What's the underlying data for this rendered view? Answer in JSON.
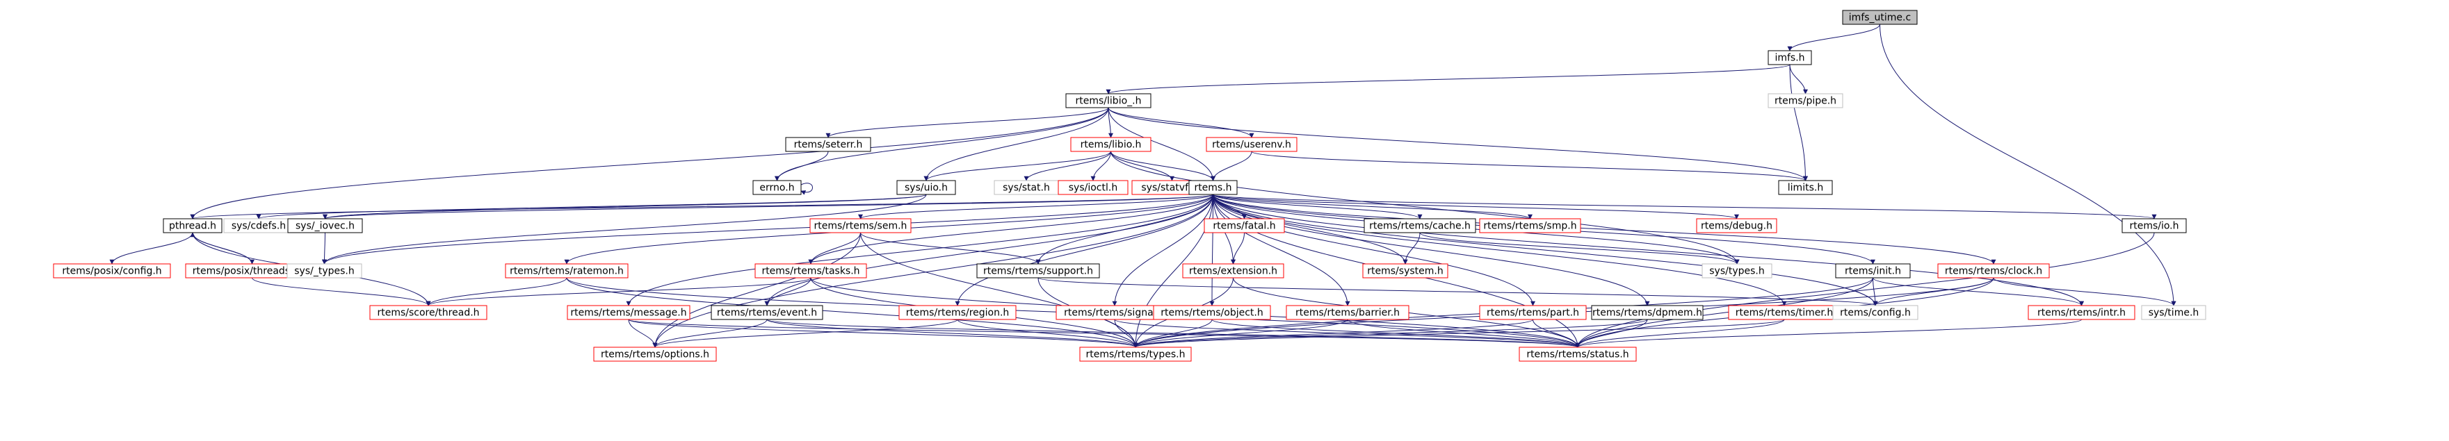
{
  "graph": {
    "nodes": [
      {
        "id": "imfs_utime",
        "label": "imfs_utime.c",
        "style": "root"
      },
      {
        "id": "imfs_h",
        "label": "imfs.h",
        "style": "black"
      },
      {
        "id": "pipe_h",
        "label": "rtems/pipe.h",
        "style": "gray"
      },
      {
        "id": "libio__h",
        "label": "rtems/libio_.h",
        "style": "black"
      },
      {
        "id": "seterr_h",
        "label": "rtems/seterr.h",
        "style": "black"
      },
      {
        "id": "errno_h",
        "label": "errno.h",
        "style": "black"
      },
      {
        "id": "libio_h",
        "label": "rtems/libio.h",
        "style": "red"
      },
      {
        "id": "userenv_h",
        "label": "rtems/userenv.h",
        "style": "red"
      },
      {
        "id": "limits_h",
        "label": "limits.h",
        "style": "black"
      },
      {
        "id": "uio_h",
        "label": "sys/uio.h",
        "style": "black"
      },
      {
        "id": "stat_h",
        "label": "sys/stat.h",
        "style": "gray"
      },
      {
        "id": "ioctl_h",
        "label": "sys/ioctl.h",
        "style": "red"
      },
      {
        "id": "statvfs_h",
        "label": "sys/statvfs.h",
        "style": "red"
      },
      {
        "id": "rtems_h",
        "label": "rtems.h",
        "style": "black"
      },
      {
        "id": "pthread_h",
        "label": "pthread.h",
        "style": "black"
      },
      {
        "id": "cdefs_h",
        "label": "sys/cdefs.h",
        "style": "gray"
      },
      {
        "id": "iovec_h",
        "label": "sys/_iovec.h",
        "style": "black"
      },
      {
        "id": "posix_config_h",
        "label": "rtems/posix/config.h",
        "style": "red"
      },
      {
        "id": "threadsup_h",
        "label": "rtems/posix/threadsup.h",
        "style": "red"
      },
      {
        "id": "types_sys_h",
        "label": "sys/_types.h",
        "style": "gray"
      },
      {
        "id": "sem_h",
        "label": "rtems/rtems/sem.h",
        "style": "red"
      },
      {
        "id": "ratemon_h",
        "label": "rtems/rtems/ratemon.h",
        "style": "red"
      },
      {
        "id": "tasks_h",
        "label": "rtems/rtems/tasks.h",
        "style": "red"
      },
      {
        "id": "support_h",
        "label": "rtems/rtems/support.h",
        "style": "black"
      },
      {
        "id": "fatal_h",
        "label": "rtems/fatal.h",
        "style": "red"
      },
      {
        "id": "extension_h",
        "label": "rtems/extension.h",
        "style": "red"
      },
      {
        "id": "cache_h",
        "label": "rtems/rtems/cache.h",
        "style": "black"
      },
      {
        "id": "smp_h",
        "label": "rtems/rtems/smp.h",
        "style": "red"
      },
      {
        "id": "system_h",
        "label": "rtems/system.h",
        "style": "red"
      },
      {
        "id": "debug_h",
        "label": "rtems/debug.h",
        "style": "red"
      },
      {
        "id": "systypes_h",
        "label": "sys/types.h",
        "style": "gray"
      },
      {
        "id": "init_h",
        "label": "rtems/init.h",
        "style": "black"
      },
      {
        "id": "clock_h",
        "label": "rtems/rtems/clock.h",
        "style": "red"
      },
      {
        "id": "io_h",
        "label": "rtems/io.h",
        "style": "black"
      },
      {
        "id": "thread_h",
        "label": "rtems/score/thread.h",
        "style": "red"
      },
      {
        "id": "message_h",
        "label": "rtems/rtems/message.h",
        "style": "red"
      },
      {
        "id": "event_h",
        "label": "rtems/rtems/event.h",
        "style": "black"
      },
      {
        "id": "region_h",
        "label": "rtems/rtems/region.h",
        "style": "red"
      },
      {
        "id": "signal_h",
        "label": "rtems/rtems/signal.h",
        "style": "red"
      },
      {
        "id": "object_h",
        "label": "rtems/rtems/object.h",
        "style": "red"
      },
      {
        "id": "barrier_h",
        "label": "rtems/rtems/barrier.h",
        "style": "red"
      },
      {
        "id": "part_h",
        "label": "rtems/rtems/part.h",
        "style": "red"
      },
      {
        "id": "dpmem_h",
        "label": "rtems/rtems/dpmem.h",
        "style": "black"
      },
      {
        "id": "timer_h",
        "label": "rtems/rtems/timer.h",
        "style": "red"
      },
      {
        "id": "config_h",
        "label": "rtems/config.h",
        "style": "gray"
      },
      {
        "id": "intr_h",
        "label": "rtems/rtems/intr.h",
        "style": "red"
      },
      {
        "id": "systime_h",
        "label": "sys/time.h",
        "style": "gray"
      },
      {
        "id": "options_h",
        "label": "rtems/rtems/options.h",
        "style": "red"
      },
      {
        "id": "rtypes_h",
        "label": "rtems/rtems/types.h",
        "style": "red"
      },
      {
        "id": "status_h",
        "label": "rtems/rtems/status.h",
        "style": "red"
      }
    ],
    "edges": [
      [
        "imfs_utime",
        "imfs_h"
      ],
      [
        "imfs_utime",
        "systime_h"
      ],
      [
        "imfs_h",
        "libio__h"
      ],
      [
        "imfs_h",
        "pipe_h"
      ],
      [
        "imfs_h",
        "limits_h"
      ],
      [
        "libio__h",
        "errno_h"
      ],
      [
        "libio__h",
        "seterr_h"
      ],
      [
        "libio__h",
        "libio_h"
      ],
      [
        "libio__h",
        "userenv_h"
      ],
      [
        "libio__h",
        "uio_h"
      ],
      [
        "libio__h",
        "rtems_h"
      ],
      [
        "libio__h",
        "limits_h"
      ],
      [
        "libio__h",
        "pthread_h"
      ],
      [
        "seterr_h",
        "errno_h"
      ],
      [
        "errno_h",
        "errno_h"
      ],
      [
        "libio_h",
        "uio_h"
      ],
      [
        "libio_h",
        "stat_h"
      ],
      [
        "libio_h",
        "ioctl_h"
      ],
      [
        "libio_h",
        "statvfs_h"
      ],
      [
        "libio_h",
        "rtems_h"
      ],
      [
        "libio_h",
        "systypes_h"
      ],
      [
        "userenv_h",
        "rtems_h"
      ],
      [
        "userenv_h",
        "limits_h"
      ],
      [
        "uio_h",
        "cdefs_h"
      ],
      [
        "uio_h",
        "iovec_h"
      ],
      [
        "uio_h",
        "types_sys_h"
      ],
      [
        "iovec_h",
        "types_sys_h"
      ],
      [
        "pthread_h",
        "posix_config_h"
      ],
      [
        "pthread_h",
        "threadsup_h"
      ],
      [
        "pthread_h",
        "thread_h"
      ],
      [
        "threadsup_h",
        "pthread_h"
      ],
      [
        "threadsup_h",
        "thread_h"
      ],
      [
        "rtems_h",
        "pthread_h"
      ],
      [
        "rtems_h",
        "iovec_h"
      ],
      [
        "rtems_h",
        "sem_h"
      ],
      [
        "rtems_h",
        "ratemon_h"
      ],
      [
        "rtems_h",
        "tasks_h"
      ],
      [
        "rtems_h",
        "support_h"
      ],
      [
        "rtems_h",
        "fatal_h"
      ],
      [
        "rtems_h",
        "extension_h"
      ],
      [
        "rtems_h",
        "cache_h"
      ],
      [
        "rtems_h",
        "smp_h"
      ],
      [
        "rtems_h",
        "system_h"
      ],
      [
        "rtems_h",
        "debug_h"
      ],
      [
        "rtems_h",
        "systypes_h"
      ],
      [
        "rtems_h",
        "init_h"
      ],
      [
        "rtems_h",
        "clock_h"
      ],
      [
        "rtems_h",
        "io_h"
      ],
      [
        "rtems_h",
        "message_h"
      ],
      [
        "rtems_h",
        "event_h"
      ],
      [
        "rtems_h",
        "region_h"
      ],
      [
        "rtems_h",
        "signal_h"
      ],
      [
        "rtems_h",
        "object_h"
      ],
      [
        "rtems_h",
        "barrier_h"
      ],
      [
        "rtems_h",
        "part_h"
      ],
      [
        "rtems_h",
        "dpmem_h"
      ],
      [
        "rtems_h",
        "timer_h"
      ],
      [
        "rtems_h",
        "config_h"
      ],
      [
        "rtems_h",
        "intr_h"
      ],
      [
        "rtems_h",
        "options_h"
      ],
      [
        "rtems_h",
        "rtypes_h"
      ],
      [
        "rtems_h",
        "status_h"
      ],
      [
        "rtems_h",
        "types_sys_h"
      ],
      [
        "sem_h",
        "tasks_h"
      ],
      [
        "sem_h",
        "support_h"
      ],
      [
        "sem_h",
        "options_h"
      ],
      [
        "sem_h",
        "rtypes_h"
      ],
      [
        "ratemon_h",
        "thread_h"
      ],
      [
        "ratemon_h",
        "status_h"
      ],
      [
        "ratemon_h",
        "rtypes_h"
      ],
      [
        "tasks_h",
        "event_h"
      ],
      [
        "tasks_h",
        "thread_h"
      ],
      [
        "tasks_h",
        "rtypes_h"
      ],
      [
        "tasks_h",
        "status_h"
      ],
      [
        "support_h",
        "rtypes_h"
      ],
      [
        "support_h",
        "config_h"
      ],
      [
        "fatal_h",
        "extension_h"
      ],
      [
        "extension_h",
        "status_h"
      ],
      [
        "extension_h",
        "rtypes_h"
      ],
      [
        "cache_h",
        "system_h"
      ],
      [
        "cache_h",
        "systypes_h"
      ],
      [
        "init_h",
        "config_h"
      ],
      [
        "init_h",
        "intr_h"
      ],
      [
        "init_h",
        "rtypes_h"
      ],
      [
        "init_h",
        "status_h"
      ],
      [
        "clock_h",
        "config_h"
      ],
      [
        "clock_h",
        "systime_h"
      ],
      [
        "clock_h",
        "rtypes_h"
      ],
      [
        "clock_h",
        "status_h"
      ],
      [
        "io_h",
        "status_h"
      ],
      [
        "message_h",
        "options_h"
      ],
      [
        "message_h",
        "rtypes_h"
      ],
      [
        "message_h",
        "status_h"
      ],
      [
        "event_h",
        "options_h"
      ],
      [
        "event_h",
        "rtypes_h"
      ],
      [
        "event_h",
        "status_h"
      ],
      [
        "region_h",
        "options_h"
      ],
      [
        "region_h",
        "rtypes_h"
      ],
      [
        "signal_h",
        "rtypes_h"
      ],
      [
        "signal_h",
        "status_h"
      ],
      [
        "object_h",
        "rtypes_h"
      ],
      [
        "object_h",
        "status_h"
      ],
      [
        "barrier_h",
        "rtypes_h"
      ],
      [
        "barrier_h",
        "status_h"
      ],
      [
        "part_h",
        "rtypes_h"
      ],
      [
        "part_h",
        "status_h"
      ],
      [
        "dpmem_h",
        "rtypes_h"
      ],
      [
        "dpmem_h",
        "status_h"
      ],
      [
        "timer_h",
        "rtypes_h"
      ],
      [
        "timer_h",
        "status_h"
      ],
      [
        "intr_h",
        "status_h"
      ]
    ]
  },
  "colors": {
    "edge": "#191970",
    "black_border": "#000000",
    "red_border": "#ff0000",
    "gray_border": "#bfbfbf",
    "root_fill": "#bfbfbf",
    "node_fill": "#ffffff",
    "text": "#000000"
  }
}
